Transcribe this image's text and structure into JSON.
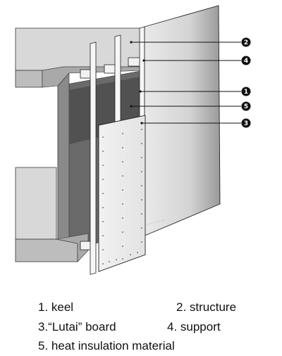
{
  "callouts": [
    {
      "id": "2",
      "label": "2"
    },
    {
      "id": "4",
      "label": "4"
    },
    {
      "id": "1",
      "label": "1"
    },
    {
      "id": "5",
      "label": "5"
    },
    {
      "id": "3",
      "label": "3"
    }
  ],
  "legend": {
    "item_1": "1. keel",
    "item_2": "2. structure",
    "item_3": "3.“Lutai” board",
    "item_4": "4. support",
    "item_5": "5. heat insulation material"
  },
  "colors": {
    "concrete_top": "#d9d9d9",
    "concrete_front": "#bdbdbd",
    "dark_recess": "#5c5c5c",
    "board": "#ededed",
    "line": "#222222"
  }
}
